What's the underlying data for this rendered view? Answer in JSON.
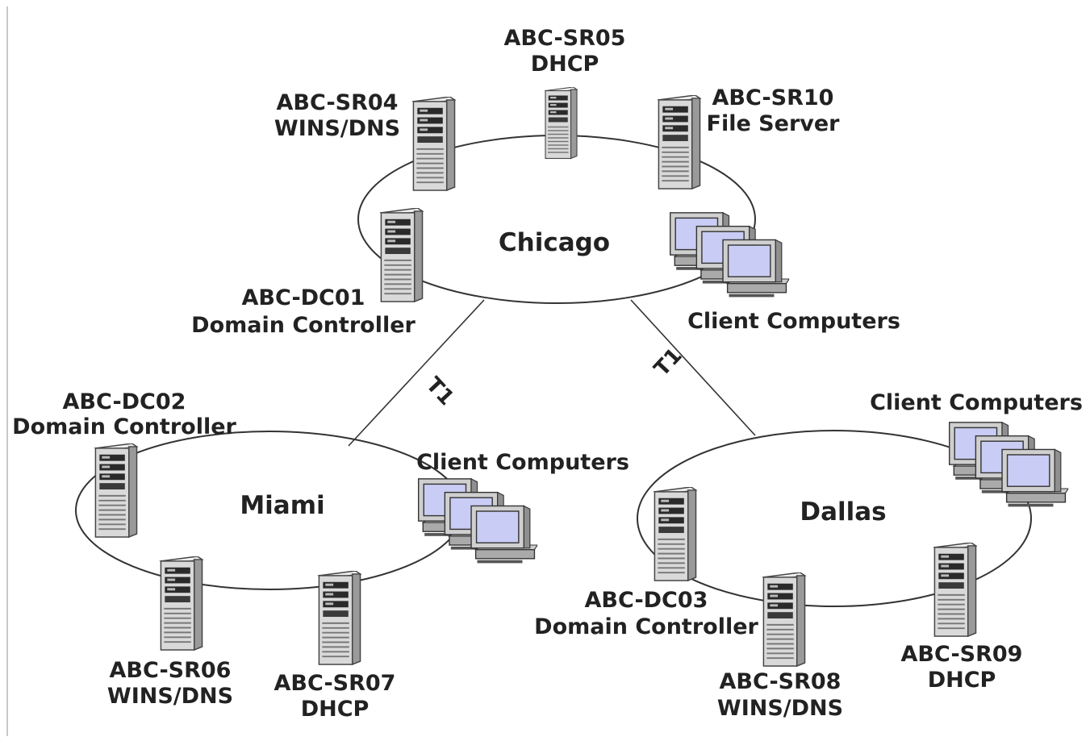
{
  "sites": {
    "chicago": {
      "name": "Chicago",
      "servers": [
        {
          "name": "ABC-SR05",
          "role": "DHCP"
        },
        {
          "name": "ABC-SR04",
          "role": "WINS/DNS"
        },
        {
          "name": "ABC-SR10",
          "role": "File Server"
        },
        {
          "name": "ABC-DC01",
          "role": "Domain Controller"
        }
      ],
      "clients": "Client Computers"
    },
    "miami": {
      "name": "Miami",
      "servers": [
        {
          "name": "ABC-DC02",
          "role": "Domain Controller"
        },
        {
          "name": "ABC-SR06",
          "role": "WINS/DNS"
        },
        {
          "name": "ABC-SR07",
          "role": "DHCP"
        }
      ],
      "clients": "Client Computers"
    },
    "dallas": {
      "name": "Dallas",
      "servers": [
        {
          "name": "ABC-DC03",
          "role": "Domain Controller"
        },
        {
          "name": "ABC-SR08",
          "role": "WINS/DNS"
        },
        {
          "name": "ABC-SR09",
          "role": "DHCP"
        }
      ],
      "clients": "Client Computers"
    }
  },
  "links": [
    {
      "from": "Chicago",
      "to": "Miami",
      "label": "T1"
    },
    {
      "from": "Chicago",
      "to": "Dallas",
      "label": "T1"
    }
  ],
  "colors": {
    "line": "#333333",
    "server_body": "#d9d9d9",
    "server_side": "#9a9a9a",
    "screen": "#c9ccf4",
    "monitor": "#cfcfcf"
  },
  "icons": [
    "server-tower-icon",
    "client-computer-icon"
  ]
}
